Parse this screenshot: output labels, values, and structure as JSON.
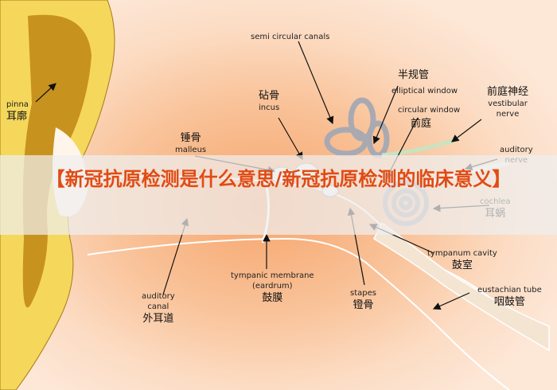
{
  "banner": {
    "title": "【新冠抗原检测是什么意思/新冠抗原检测的临床意义】"
  },
  "labels": {
    "pinna_en": "pinna",
    "pinna_zh": "耳廓",
    "semi_en": "semi circular canals",
    "semi_zh": "半规管",
    "incus_zh": "砧骨",
    "incus_en": "incus",
    "malleus_zh": "锤骨",
    "malleus_en": "malleus",
    "elliptical_en": "elliptical window",
    "circular_en": "circular window",
    "circular_zh": "前庭",
    "vestibular_zh": "前庭神经",
    "vestibular_en1": "vestibular",
    "vestibular_en2": "nerve",
    "auditory_nerve_en1": "auditory",
    "auditory_nerve_en2": "nerve",
    "cochlea_en": "cochlea",
    "cochlea_zh": "耳蜗",
    "tympanum_en": "tympanum cavity",
    "tympanum_zh": "鼓室",
    "eustachian_en": "eustachian tube",
    "eustachian_zh": "咽鼓管",
    "canal_en1": "auditory",
    "canal_en2": "canal",
    "canal_zh": "外耳道",
    "membrane_en1": "tympanic membrane",
    "membrane_en2": "(eardrum)",
    "membrane_zh": "鼓膜",
    "stapes_en": "stapes",
    "stapes_zh": "镫骨"
  },
  "colors": {
    "banner_text": "#e14b14",
    "pinna_fill": "#f5d75c",
    "pinna_inner": "#c8921e",
    "arrow": "#111111"
  }
}
